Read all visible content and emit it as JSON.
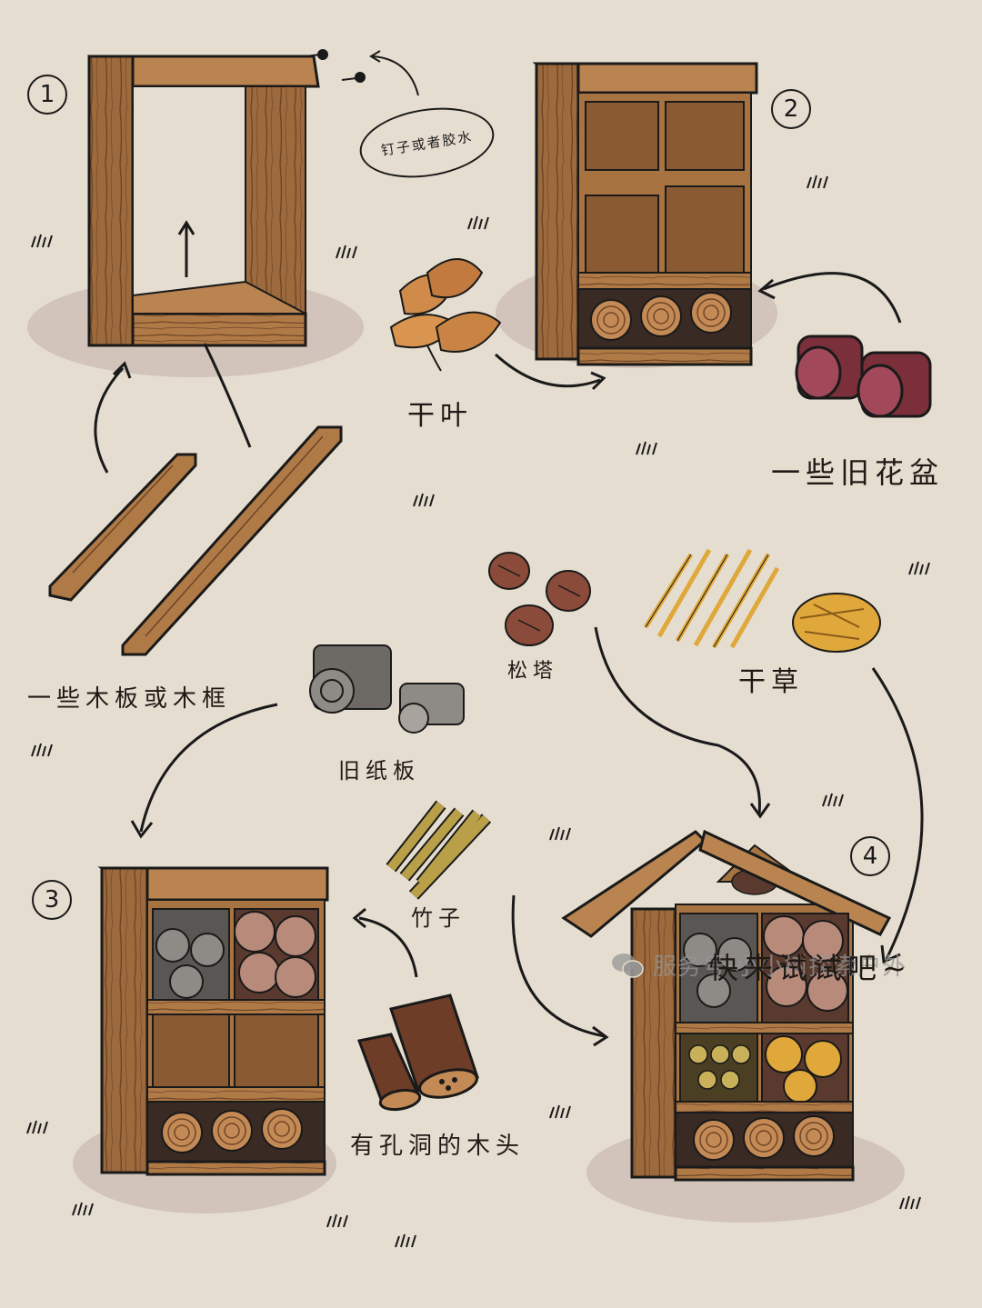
{
  "steps": [
    "1",
    "2",
    "3",
    "4"
  ],
  "labels": {
    "nails_glue": "钉子或者胶水",
    "dry_leaves": "干叶",
    "old_pots": "一些旧花盆",
    "boards": "一些木板或木框",
    "pine_cones": "松塔",
    "hay": "干草",
    "cardboard": "旧纸板",
    "bamboo": "竹子",
    "holed_wood": "有孔洞的木头",
    "try_it": "快来试试吧~"
  },
  "watermark": {
    "icon": "wechat-icon",
    "text": "服务号·小小树探索户外"
  },
  "colors": {
    "background": "#e5ddcf",
    "wood": "#9c6a3c",
    "wood_light": "#b98450",
    "wood_dark": "#6e4526",
    "shadow": "#d2c3bb",
    "pot": "#7a2f3a",
    "straw": "#e0a83a",
    "outline": "#1a1a1a"
  }
}
